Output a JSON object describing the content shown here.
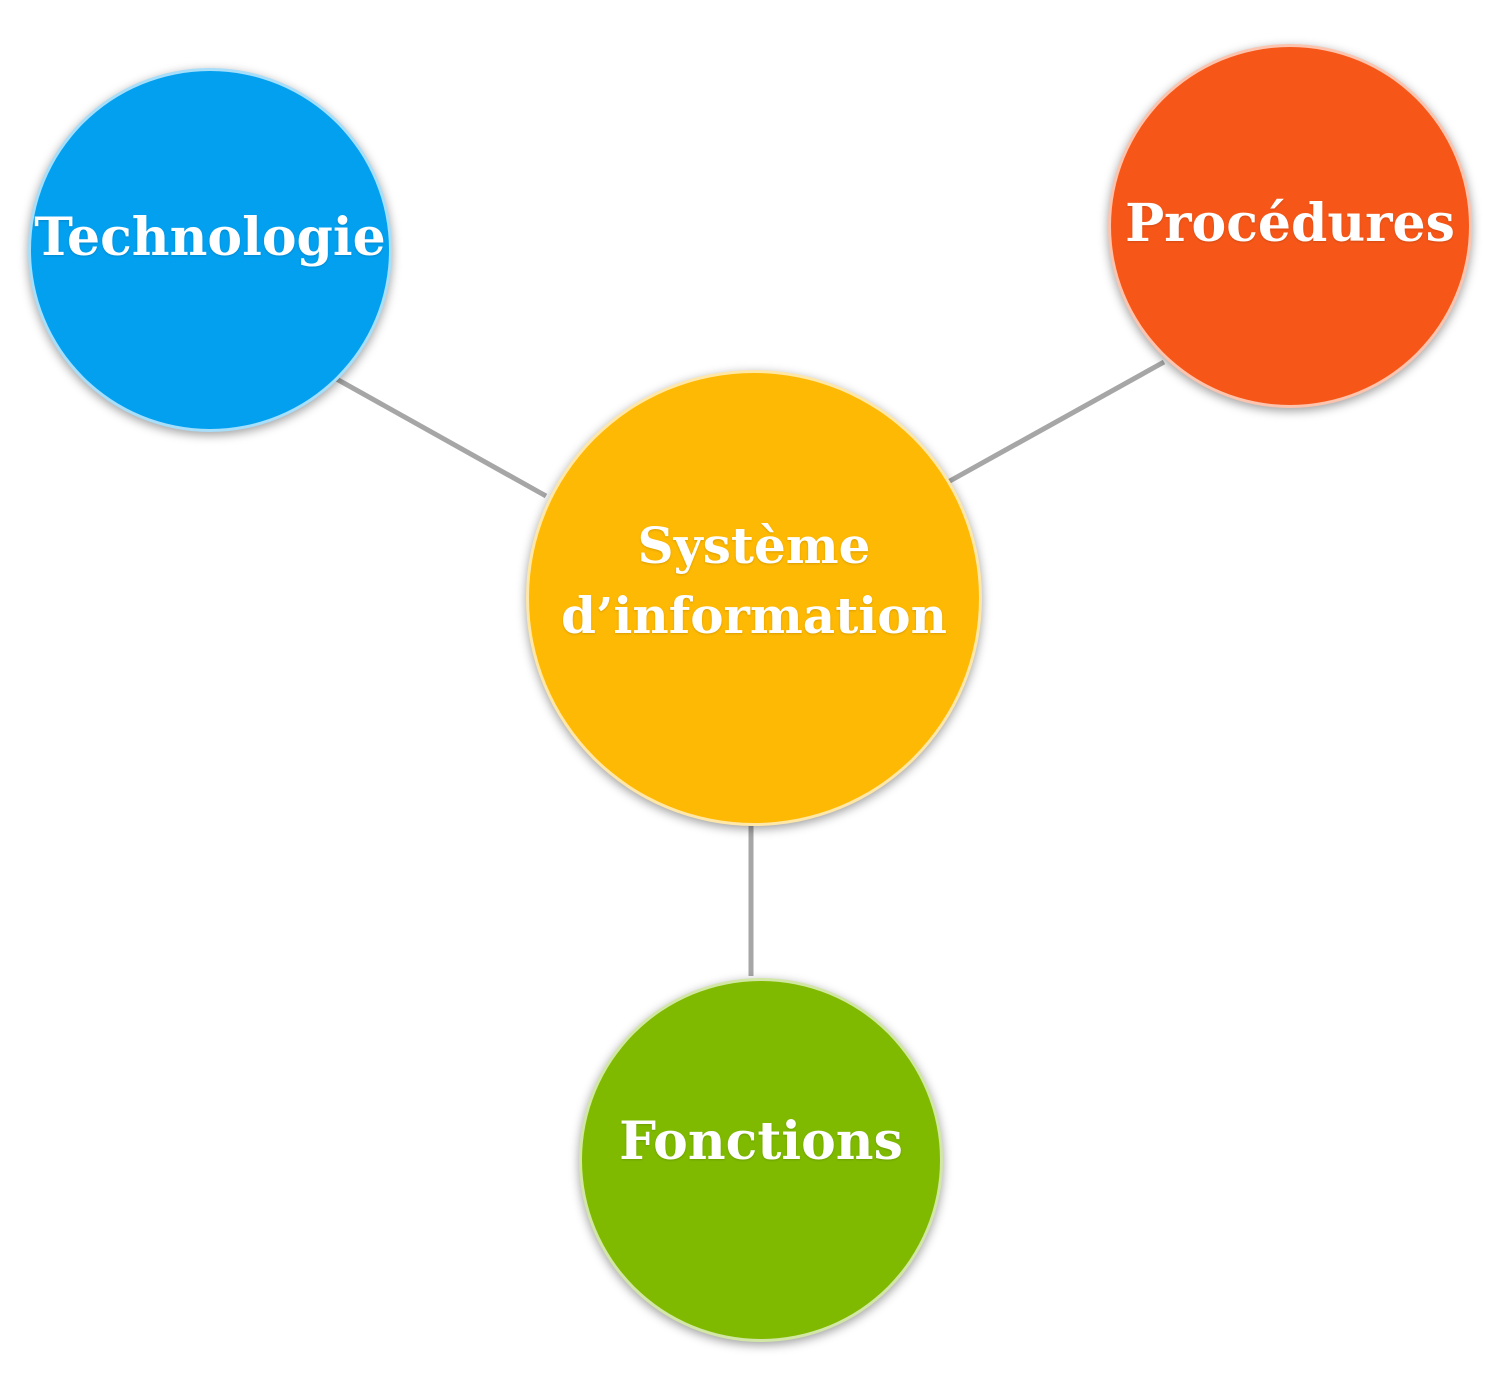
{
  "diagram": {
    "colors": {
      "technologie": "#03A0F0",
      "procedures": "#F65718",
      "center": "#FEB904",
      "fonctions": "#7FBA00",
      "connector": "#A6A6A6"
    },
    "center": {
      "line1": "Système",
      "line2": "d’information"
    },
    "nodes": {
      "technologie": "Technologie",
      "procedures": "Procédures",
      "fonctions": "Fonctions"
    }
  }
}
